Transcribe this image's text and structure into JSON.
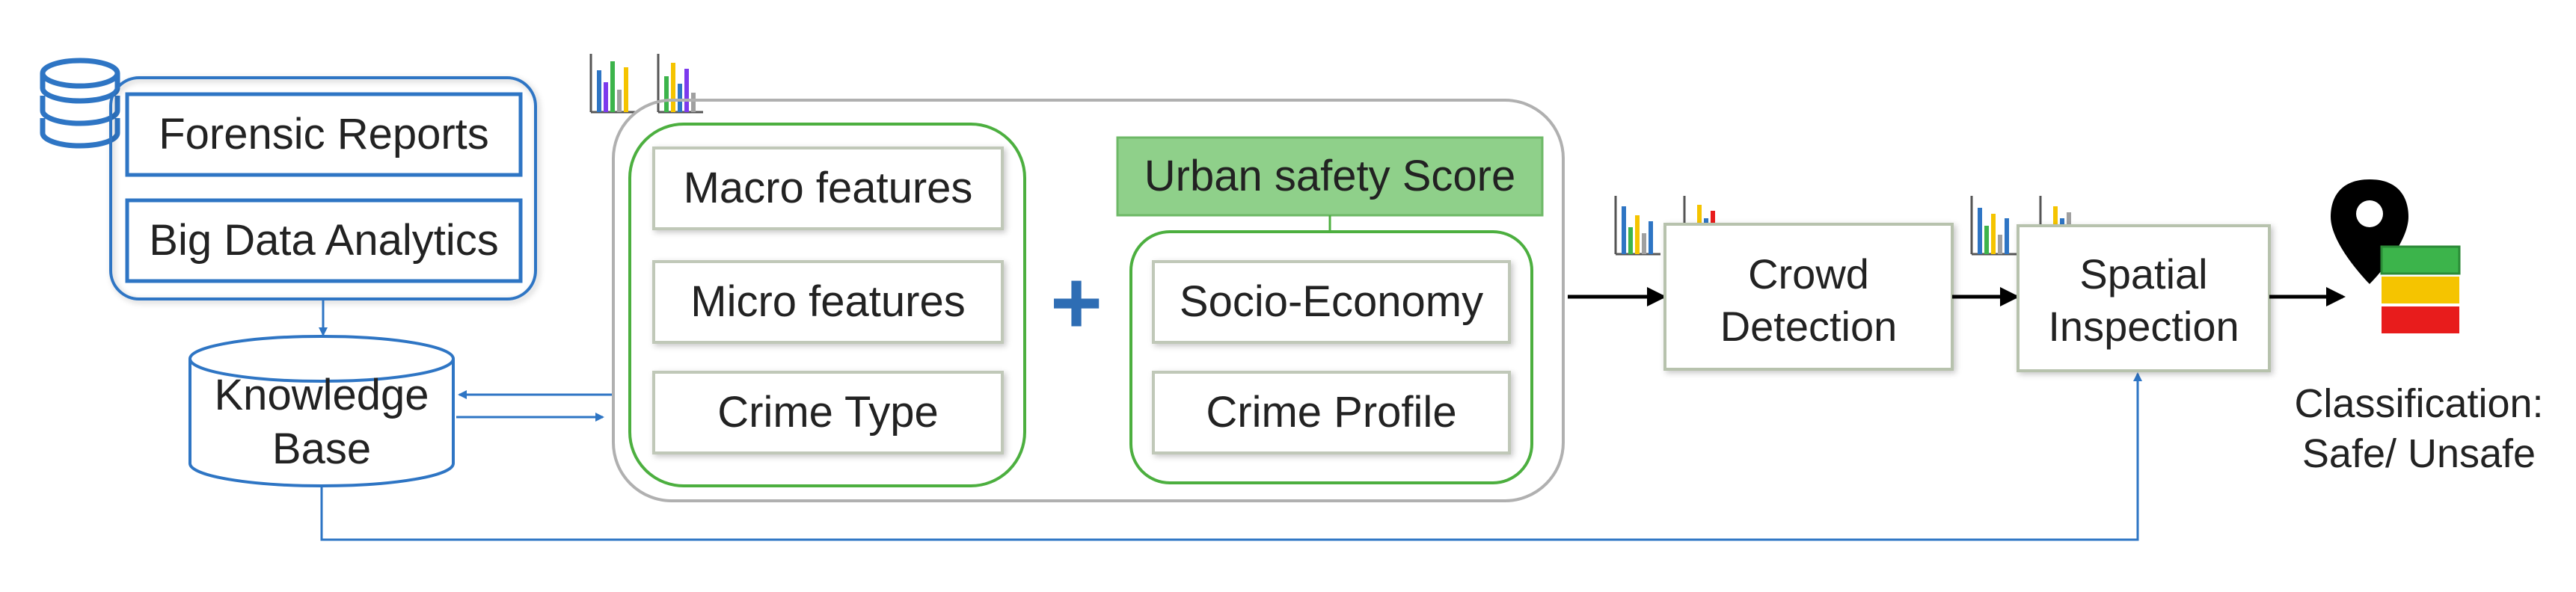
{
  "sources": {
    "forensic_reports": "Forensic Reports",
    "big_data_analytics": "Big Data Analytics"
  },
  "knowledge_base": {
    "line1": "Knowledge",
    "line2": "Base"
  },
  "features": {
    "macro": "Macro features",
    "micro": "Micro features",
    "crime_type": "Crime Type"
  },
  "operator_plus": "+",
  "urban_safety": {
    "title": "Urban safety Score",
    "socio_economy": "Socio-Economy",
    "crime_profile": "Crime Profile"
  },
  "crowd_detection": {
    "line1": "Crowd",
    "line2": "Detection"
  },
  "spatial_inspection": {
    "line1": "Spatial",
    "line2": "Inspection"
  },
  "classification": {
    "line1": "Classification:",
    "line2": "Safe/ Unsafe"
  },
  "colors": {
    "blue_outline": "#2e75c4",
    "green_outline": "#4caf3f",
    "gray_outline": "#b0b0b0",
    "score_fill": "#8fd08a",
    "safety_green": "#3cb44b",
    "safety_yellow": "#f5c400",
    "safety_red": "#e81c1c"
  },
  "icons": [
    "database-icon",
    "bar-chart-icon",
    "location-pin-icon",
    "safety-level-icon"
  ]
}
